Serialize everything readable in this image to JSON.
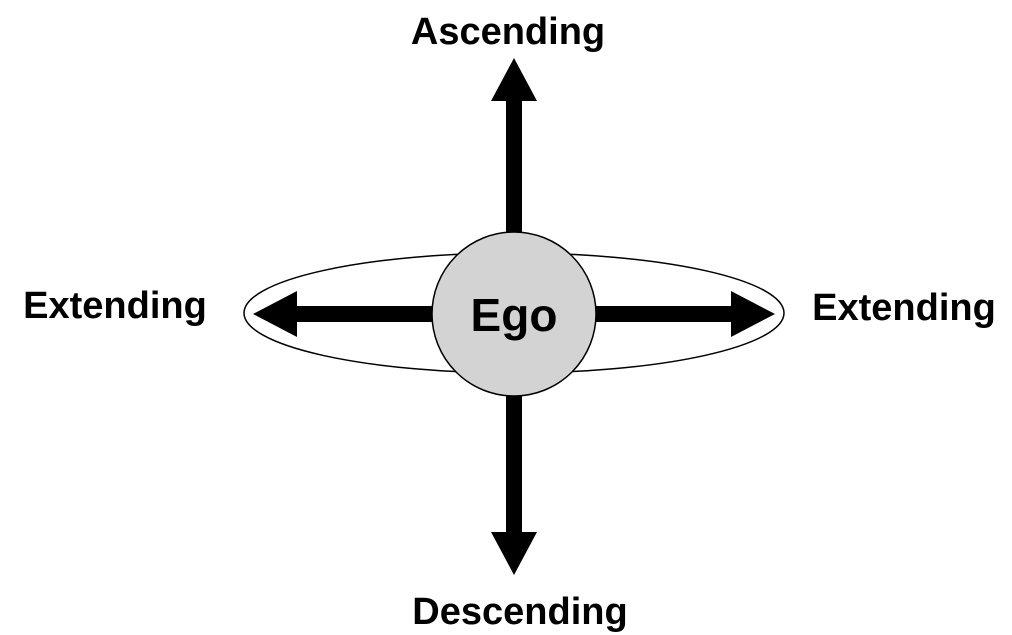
{
  "labels": {
    "top": "Ascending",
    "bottom": "Descending",
    "left": "Extending",
    "right": "Extending",
    "center": "Ego"
  },
  "colors": {
    "arrow": "#000000",
    "center_fill": "#d3d3d3",
    "outline": "#000000",
    "background": "#ffffff"
  }
}
